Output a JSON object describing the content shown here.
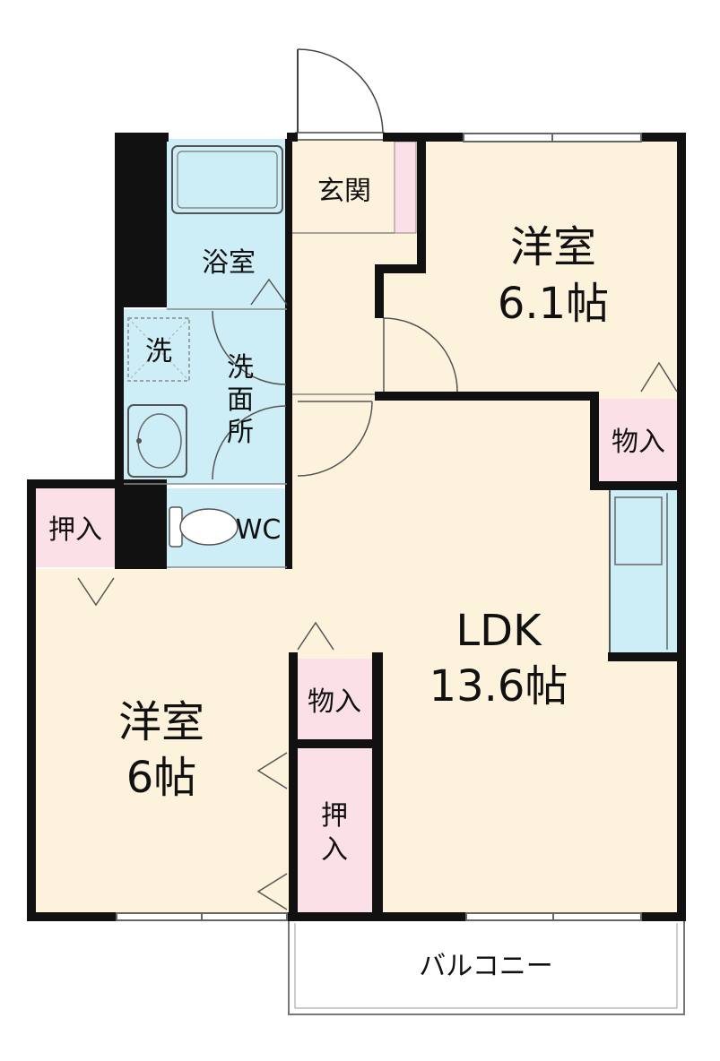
{
  "rooms": {
    "western_room_ne": {
      "name": "洋室",
      "size": "6.1帖"
    },
    "western_room_sw": {
      "name": "洋室",
      "size": "6帖"
    },
    "ldk": {
      "name": "LDK",
      "size": "13.6帖"
    },
    "entrance": "玄関",
    "bath": "浴室",
    "washroom": [
      "洗",
      "面",
      "所"
    ],
    "washer": "洗",
    "wc": "WC",
    "closet_ne": "物入",
    "closet_mid": "物入",
    "oshiire_w": "押入",
    "oshiire_c": [
      "押",
      "入"
    ],
    "balcony": "バルコニー"
  },
  "colors": {
    "floor": "#fdf3dd",
    "wet": "#cdeef7",
    "closet": "#fbe0e8",
    "wall": "#111111"
  }
}
